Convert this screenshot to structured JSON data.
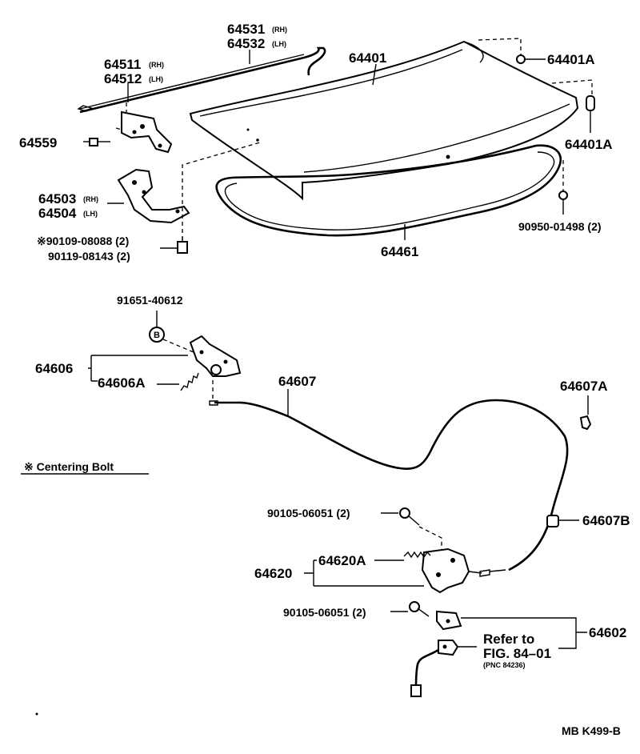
{
  "labels": {
    "p64531": "64531",
    "p64531_side": "(RH)",
    "p64532": "64532",
    "p64532_side": "(LH)",
    "p64401": "64401",
    "p64401A_top": "64401A",
    "p64511": "64511",
    "p64511_side": "(RH)",
    "p64512": "64512",
    "p64512_side": "(LH)",
    "p64559": "64559",
    "p64401A_right": "64401A",
    "p64503": "64503",
    "p64503_side": "(RH)",
    "p64504": "64504",
    "p64504_side": "(LH)",
    "bolt_90109": "※90109-08088 (2)",
    "bolt_90119": "90119-08143 (2)",
    "p90950": "90950-01498 (2)",
    "p64461": "64461",
    "p91651": "91651-40612",
    "p64606": "64606",
    "p64606A": "64606A",
    "p64607": "64607",
    "p64607A": "64607A",
    "centering_bolt": "※ Centering Bolt",
    "bolt_90105_a": "90105-06051 (2)",
    "p64607B": "64607B",
    "p64620": "64620",
    "p64620A": "64620A",
    "bolt_90105_b": "90105-06051 (2)",
    "p64602": "64602",
    "refer_line1": "Refer to",
    "refer_line2": "FIG. 84–01",
    "refer_pnc": "(PNC 84236)",
    "code": "MB K499-B"
  }
}
